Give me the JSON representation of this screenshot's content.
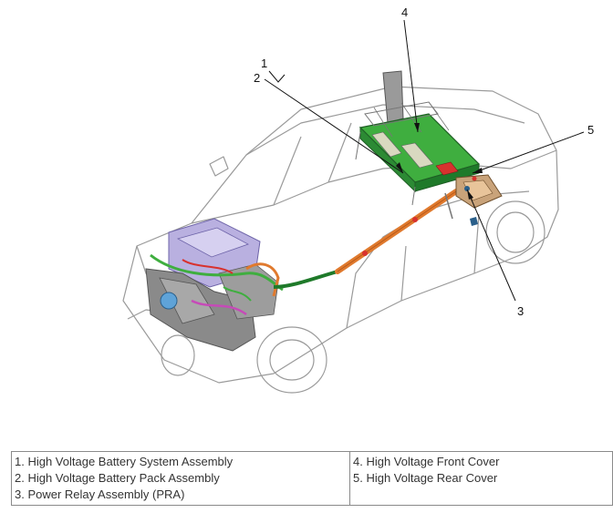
{
  "callouts": [
    "1",
    "2",
    "3",
    "4",
    "5"
  ],
  "legend": {
    "left": [
      "1. High Voltage Battery System Assembly",
      "2. High Voltage Battery Pack Assembly",
      "3. Power Relay Assembly (PRA)"
    ],
    "right": [
      "4. High Voltage Front Cover",
      "5. High Voltage Rear Cover"
    ]
  },
  "colors": {
    "outline": "#9a9a9a",
    "battery_green": "#3fae3f",
    "battery_dark_green": "#1f7a2a",
    "cable_orange": "#e07a2e",
    "relay_red": "#d8322e",
    "engine_purple": "#9c8fd0",
    "bracket_gray": "#8c8c8c"
  }
}
